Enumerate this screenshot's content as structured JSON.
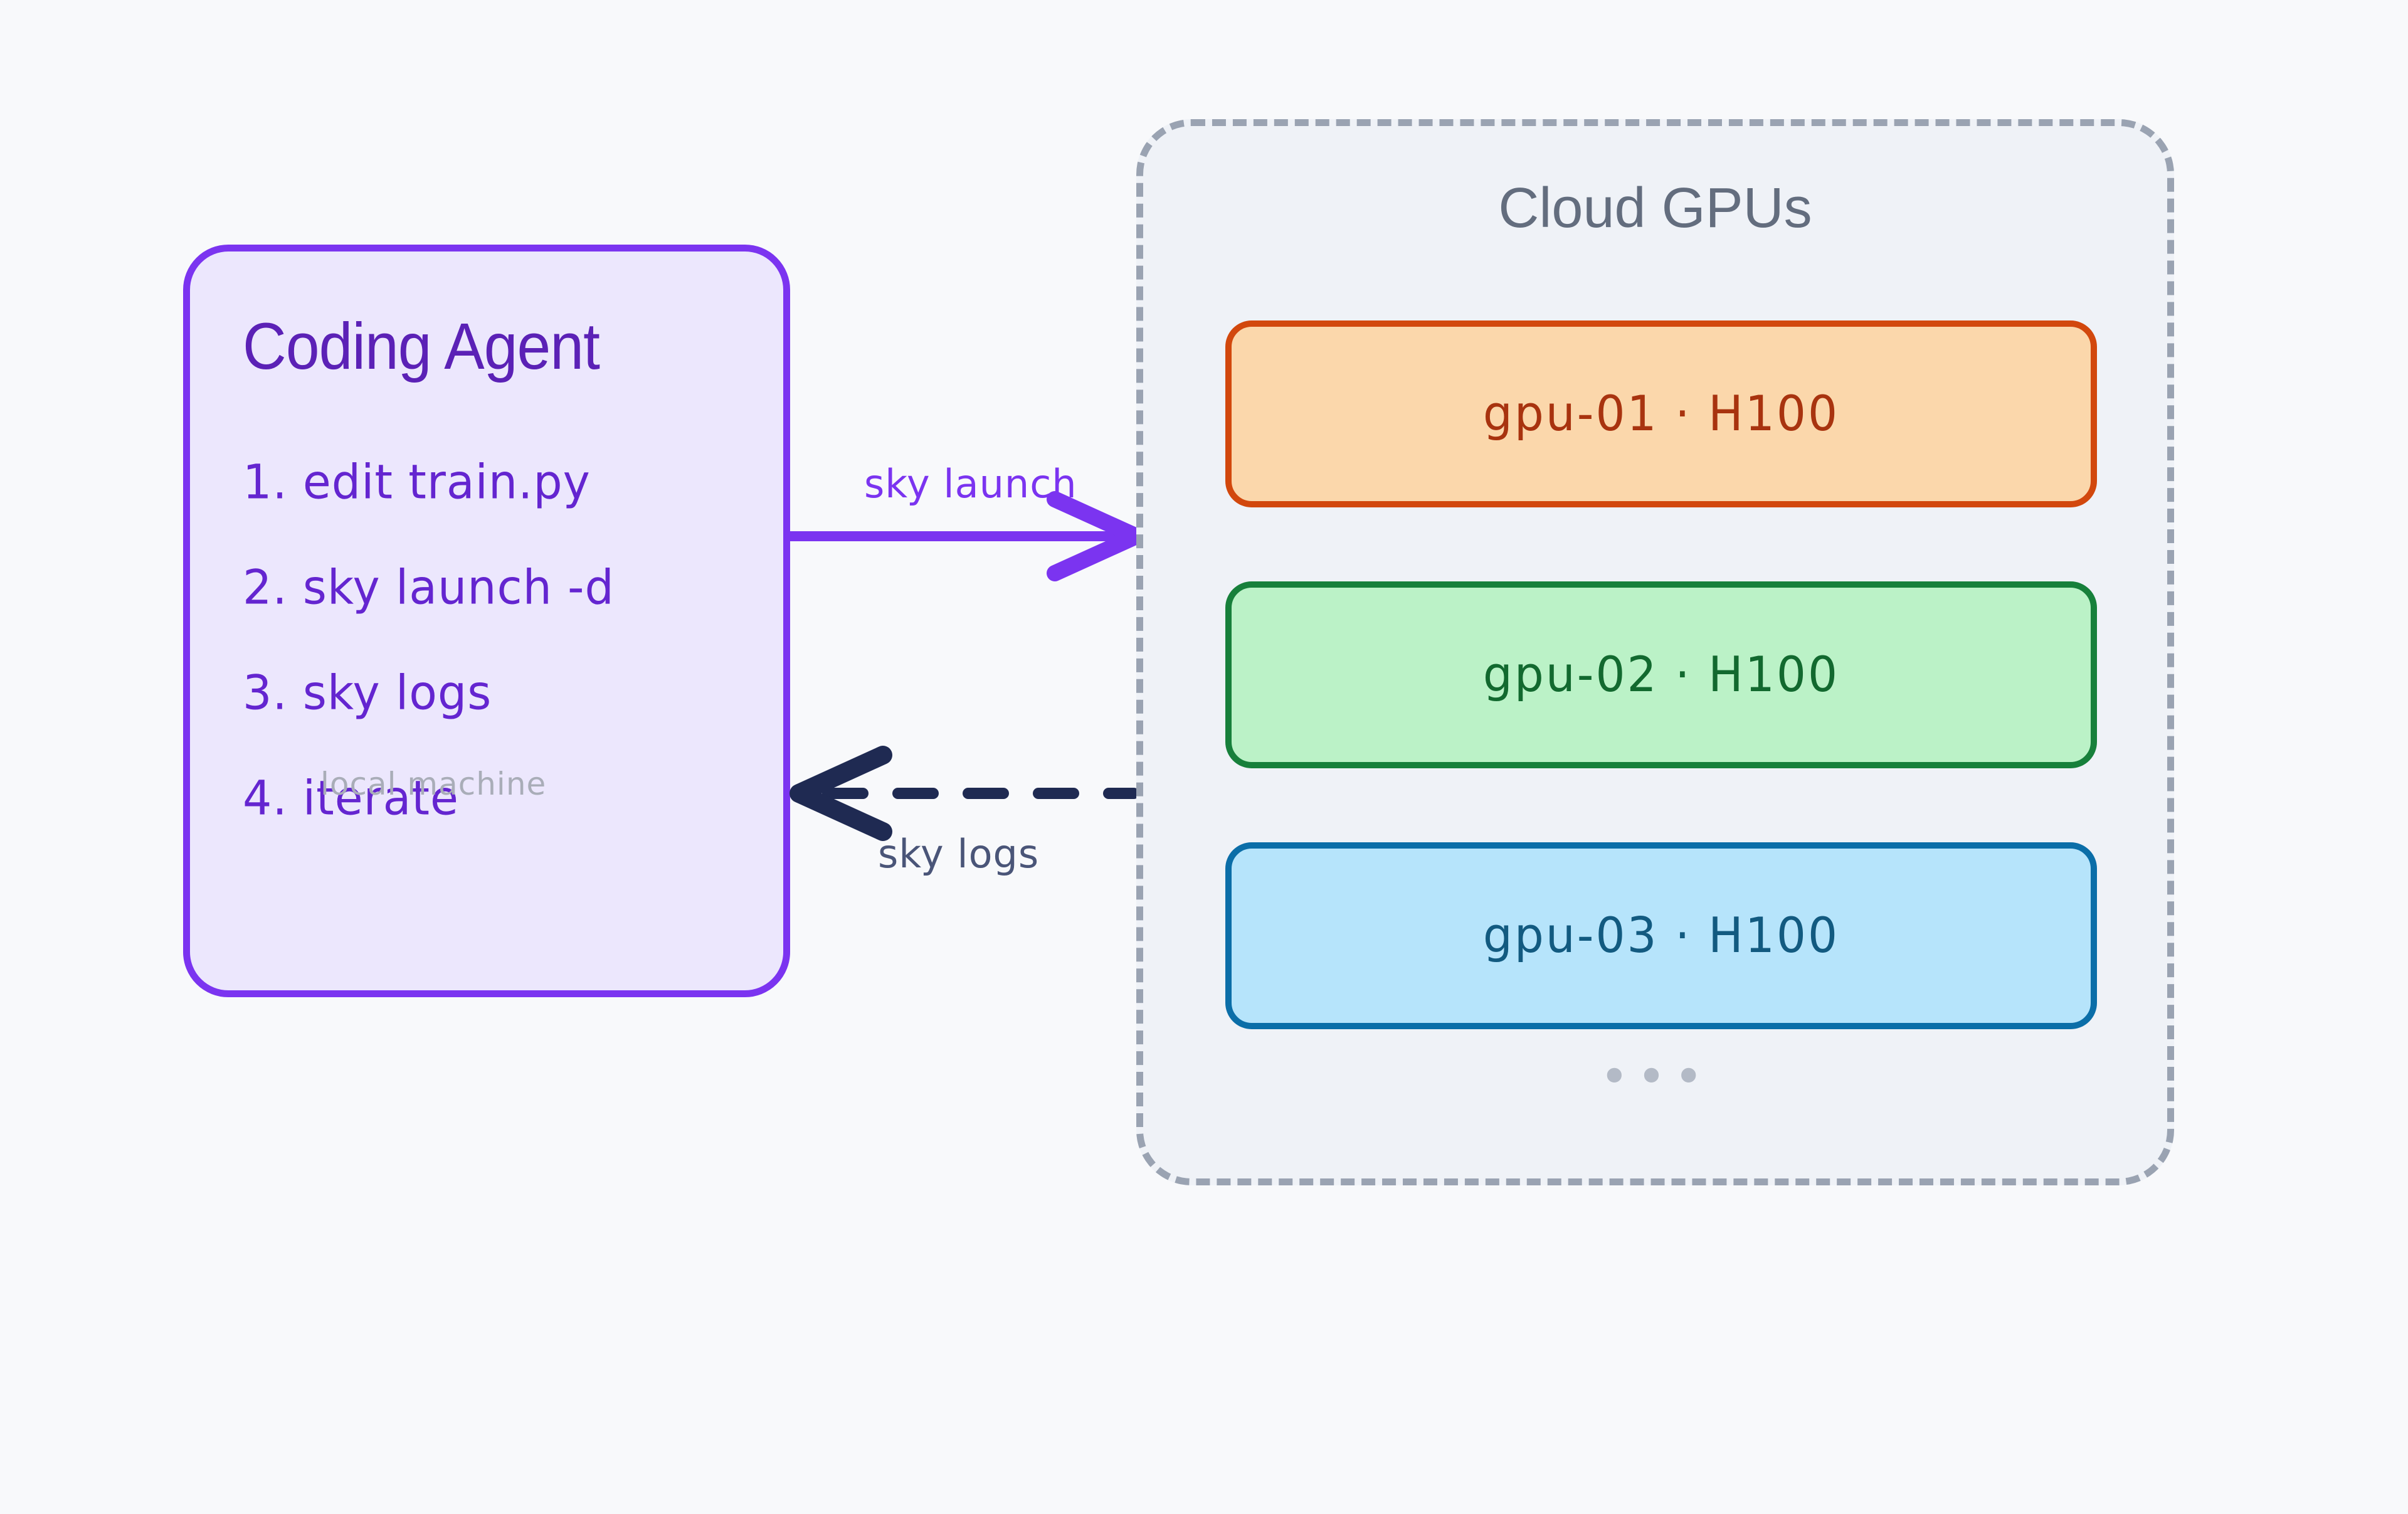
{
  "page": {
    "background_color": "#f8f9fb"
  },
  "agent": {
    "title": "Coding Agent",
    "steps": [
      "1. edit train.py",
      "2. sky launch -d",
      "3. sky logs",
      "4. iterate"
    ],
    "sublabel": "local machine",
    "fill_color": "#ece7fd",
    "border_color": "#7b34f0",
    "title_color": "#5b21b6",
    "step_color": "#6425d0",
    "sublabel_color": "#a9adb8"
  },
  "cloud": {
    "title": "Cloud GPUs",
    "title_color": "#636d7e",
    "fill_color": "#eff2f7",
    "border_color": "#9aa3b2",
    "ellipsis": "•••",
    "ellipsis_color": "#b3bac6",
    "gpus": [
      {
        "name": "gpu-01",
        "separator": "·",
        "accelerator": "H100",
        "text": "gpu-01  ·   H100",
        "fill_color": "#fbd7ab",
        "border_color": "#d2480d",
        "text_color": "#a8330f"
      },
      {
        "name": "gpu-02",
        "separator": "·",
        "accelerator": "H100",
        "text": "gpu-02  ·   H100",
        "fill_color": "#bbf2c7",
        "border_color": "#17803b",
        "text_color": "#12692f"
      },
      {
        "name": "gpu-03",
        "separator": "·",
        "accelerator": "H100",
        "text": "gpu-03  ·   H100",
        "fill_color": "#b6e4fb",
        "border_color": "#0b6ea8",
        "text_color": "#125a80"
      }
    ]
  },
  "arrows": {
    "launch": {
      "label": "sky launch",
      "color": "#7b34f0",
      "style": "solid",
      "direction": "right"
    },
    "logs": {
      "label": "sky logs",
      "color": "#1f2a52",
      "label_color": "#4a5578",
      "style": "dashed",
      "direction": "left"
    }
  }
}
